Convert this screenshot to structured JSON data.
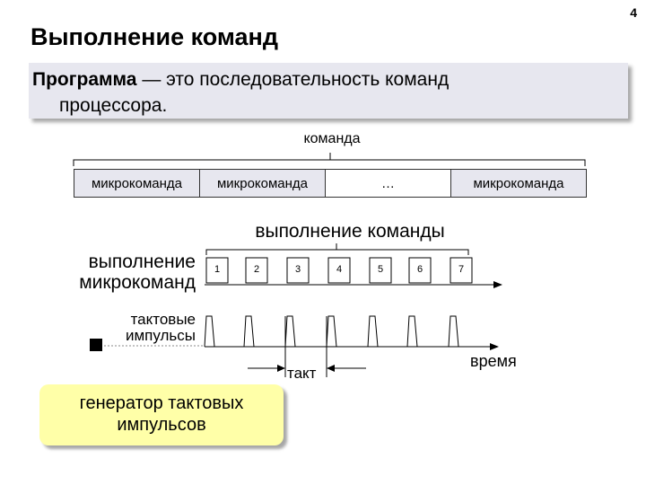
{
  "page_number": "4",
  "title": "Выполнение команд",
  "definition": {
    "term": "Программа",
    "line1_rest": " — это последовательность команд",
    "line2": "процессора."
  },
  "command_label": "команда",
  "microcommands": [
    "микрокоманда",
    "микрокоманда",
    "…",
    "микрокоманда"
  ],
  "timing": {
    "exec_command_label": "выполнение команды",
    "exec_micro_label_1": "выполнение",
    "exec_micro_label_2": "микрокоманд",
    "pulses_label_1": "тактовые",
    "pulses_label_2": "импульсы",
    "time_label": "время",
    "tact_label": "такт",
    "steps": [
      "1",
      "2",
      "3",
      "4",
      "5",
      "6",
      "7"
    ]
  },
  "generator_label_1": "генератор тактовых",
  "generator_label_2": "импульсов",
  "colors": {
    "definition_bg": "#e7e7ef",
    "microcommand_bg": "#e7e7ef",
    "microcommand_highlight": "#ffffff",
    "generator_bg": "#ffffa8"
  }
}
